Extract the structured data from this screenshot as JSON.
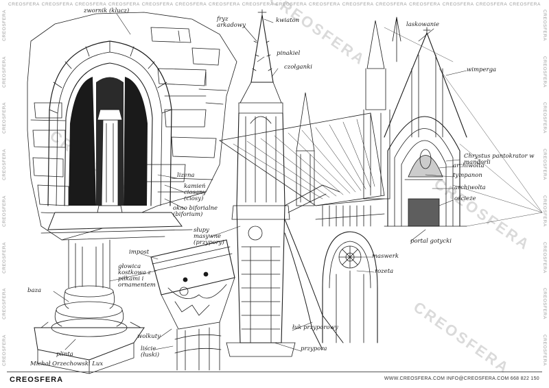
{
  "border_text": "CREOSFERA",
  "watermark_text": "CREOSFERA",
  "footer": {
    "logo": "CREOSFERA",
    "contact": "WWW.CREOSFERA.COM   INFO@CREOSFERA.COM   668 822 150"
  },
  "author": "Michał Orzechowski Lux",
  "labels": {
    "zwornik": "zwornik (klucz)",
    "lizena": "lizena",
    "kamien_ciosany": "kamień ciosany (ciosy)",
    "okno_bliforialne": "okno biforialne (biforium)",
    "impost": "impost",
    "glowica": "głowica kostkowa z piłkami i ornamentem",
    "baza": "baza",
    "plinta": "plinta",
    "wolkuty": "wolkuty",
    "liscie": "liście (łuski)",
    "fryz_arkadowy": "fryz arkadowy",
    "kwiaton": "kwiaton",
    "pinakiel": "pinakiel",
    "czolganki": "czołganki",
    "slupy_masywne": "słupy masywne (przypory)",
    "luk_przyporowy": "łuk przyporowy",
    "przypora": "przypora",
    "laskowanie": "laskowanie",
    "wimperga": "wimperga",
    "chrystus": "Chrystus pantokrator w mandorli",
    "archiwolta": "archiwolta",
    "tympanon": "tympanon",
    "archiwolta2": "archiwolta",
    "oscieze": "ościeże",
    "portal": "portal gotycki",
    "maswerk": "maswerk",
    "rozeta": "rozeta"
  }
}
